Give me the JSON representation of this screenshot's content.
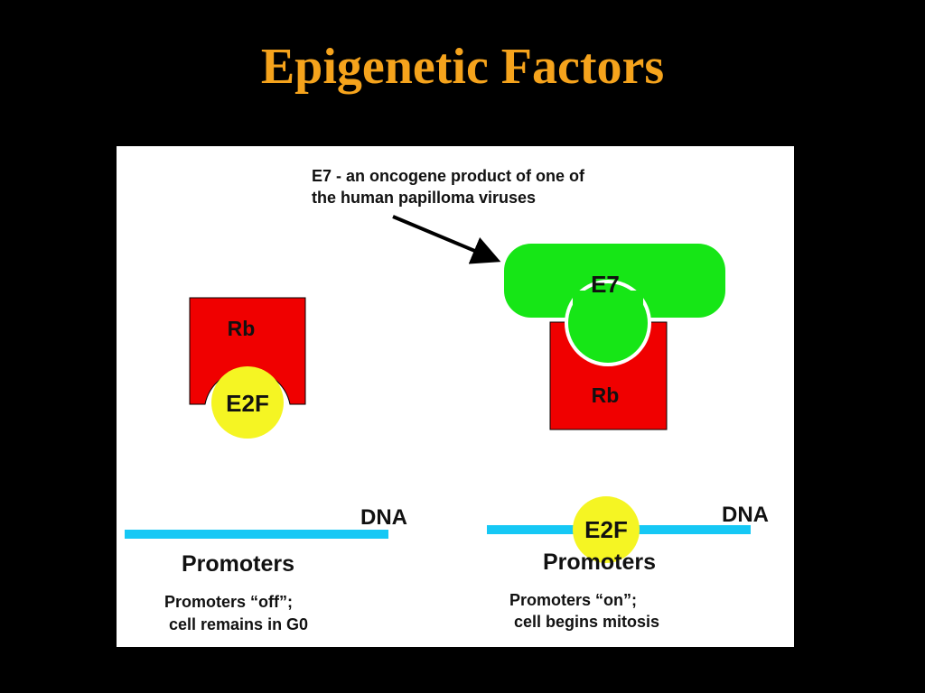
{
  "slide": {
    "title": "Epigenetic Factors"
  },
  "colors": {
    "background": "#000000",
    "title": "#f5a31c",
    "figure_background": "#ffffff",
    "rb": "#f00000",
    "e2f": "#f5f523",
    "e7": "#16e616",
    "dna": "#16c8f5"
  },
  "left_panel": {
    "rb_label": "Rb",
    "e2f_label": "E2F",
    "dna_label": "DNA",
    "promoters_label": "Promoters",
    "caption_line1": "Promoters “off”;",
    "caption_line2": "cell remains in G0"
  },
  "right_panel": {
    "annotation_line1": "E7 - an oncogene product of one of",
    "annotation_line2": "the human papilloma viruses",
    "e7_label": "E7",
    "rb_label": "Rb",
    "e2f_label": "E2F",
    "dna_label": "DNA",
    "promoters_label": "Promoters",
    "caption_line1": "Promoters “on”;",
    "caption_line2": "cell begins mitosis"
  }
}
